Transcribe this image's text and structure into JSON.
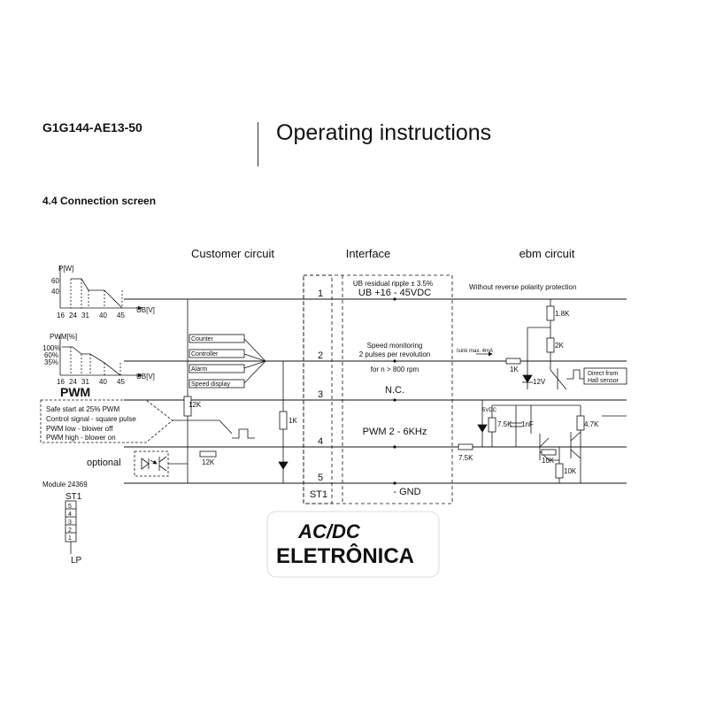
{
  "header": {
    "model": "G1G144-AE13-50",
    "title": "Operating instructions",
    "section": "4.4 Connection screen"
  },
  "columns": {
    "customer": "Customer circuit",
    "interface": "Interface",
    "ebm": "ebm circuit"
  },
  "graph_power": {
    "y_label": "P[W]",
    "y_ticks": [
      "60",
      "40"
    ],
    "x_ticks": [
      "16",
      "24",
      "31",
      "40",
      "45"
    ],
    "x_label": "UB[V]"
  },
  "graph_pwm": {
    "y_label": "PWM[%]",
    "y_ticks": [
      "100%",
      "60%",
      "35%"
    ],
    "x_ticks": [
      "16",
      "24",
      "31",
      "40",
      "45"
    ],
    "x_label": "UB[V]"
  },
  "pwm_box": {
    "heading": "PWM",
    "lines": [
      "Safe start at 25% PWM",
      "Control signal - square pulse",
      "PWM low - blower off",
      "PWM high - blower on"
    ]
  },
  "optional_label": "optional",
  "module": {
    "label": "Module 24369",
    "st": "ST1",
    "pins": [
      "5",
      "4",
      "3",
      "2",
      "1"
    ],
    "lp": "LP"
  },
  "devices": [
    "Counter",
    "Controller",
    "Alarm",
    "Speed display"
  ],
  "interface_rows": [
    {
      "pin": "1",
      "top": "UB residual ripple ± 3.5%",
      "main": "UB +16 - 45VDC"
    },
    {
      "pin": "2",
      "top": "Speed monitoring",
      "main": "2 pulses per revolution",
      "sub": "for n > 800 rpm"
    },
    {
      "pin": "3",
      "main": "N.C."
    },
    {
      "pin": "4",
      "main": "PWM 2 - 6KHz"
    },
    {
      "pin": "5",
      "main": "- GND"
    }
  ],
  "st1": "ST1",
  "ebm": {
    "polarity_note": "Without reverse polarity protection",
    "sink_note": "Isink max. 4mA",
    "hall_note": [
      "Direct from",
      "Hall sensor"
    ],
    "supply": "5VDC"
  },
  "resistors": {
    "r_12k_a": "12K",
    "r_12k_b": "12K",
    "r_1k_a": "1K",
    "r_1k8": "1.8K",
    "r_2k": "2K",
    "r_1k_b": "1K",
    "zener": "12V",
    "r_7k5_a": "7.5K",
    "c_1nf": "1nF",
    "r_7k5_b": "7.5K",
    "r_4k7": "4.7K",
    "r_10k_a": "10K",
    "r_10k_b": "10K"
  },
  "watermark": {
    "line1": "AC/DC",
    "line2": "ELETRÔNICA",
    "color": "#2e8b3a"
  }
}
